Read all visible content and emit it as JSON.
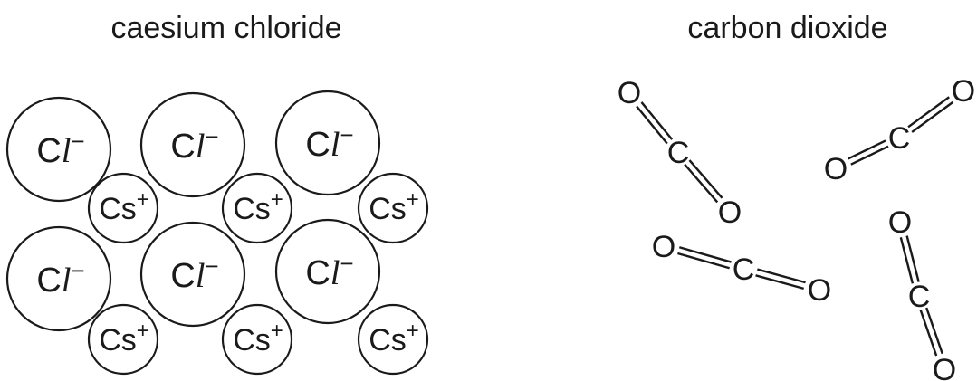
{
  "left_title": "caesium chloride",
  "right_title": "carbon dioxide",
  "ions": {
    "anion_symbol": "C",
    "anion_l": "l",
    "anion_charge": "−",
    "cation_symbol": "Cs",
    "cation_charge": "+"
  },
  "molecule_atoms": {
    "carbon": "C",
    "oxygen": "O"
  }
}
